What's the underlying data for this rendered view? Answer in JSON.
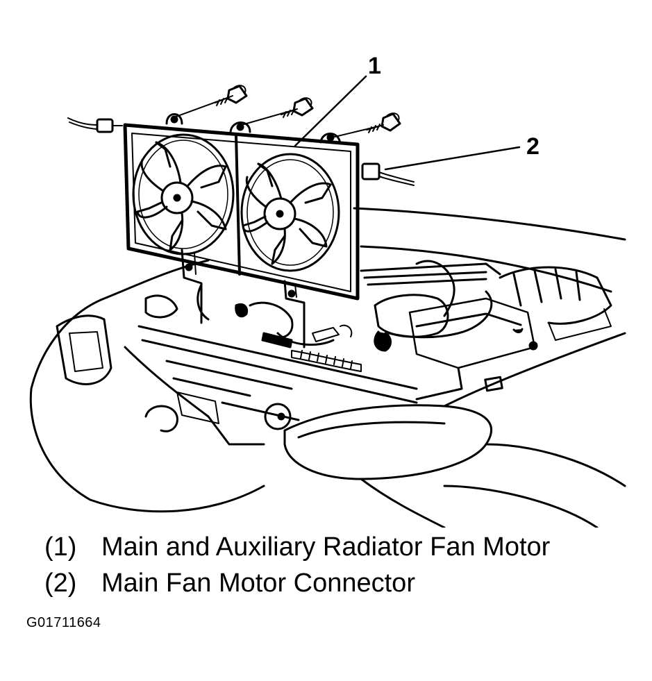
{
  "callouts": {
    "c1": "1",
    "c2": "2"
  },
  "legend": [
    {
      "num": "(1)",
      "text": "Main and Auxiliary Radiator Fan Motor"
    },
    {
      "num": "(2)",
      "text": "Main Fan Motor Connector"
    }
  ],
  "figure_id": "G01711664"
}
